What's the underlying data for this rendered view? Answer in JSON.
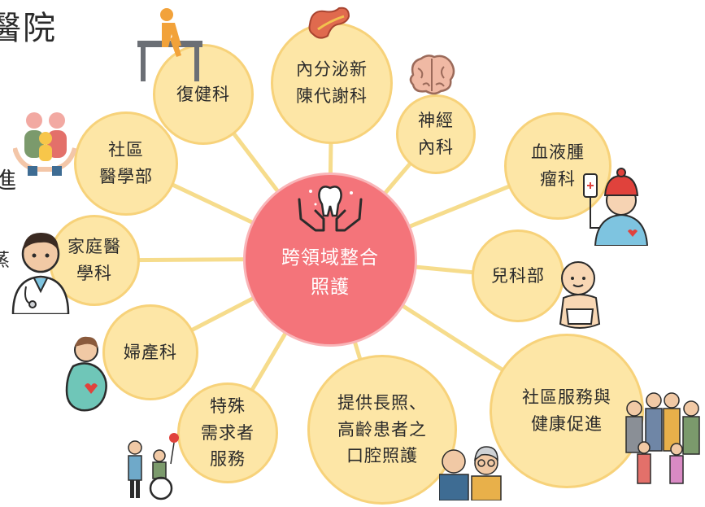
{
  "partial_text": {
    "title": "醫院",
    "edge_1": "進",
    "edge_2": "蒸"
  },
  "center": {
    "lines": [
      "跨領域整合",
      "照護"
    ]
  },
  "departments": [
    {
      "key": "rehab",
      "lines": [
        "復健科"
      ]
    },
    {
      "key": "endocrine",
      "lines": [
        "內分泌新",
        "陳代謝科"
      ]
    },
    {
      "key": "neurology",
      "lines": [
        "神經",
        "內科"
      ]
    },
    {
      "key": "hematology",
      "lines": [
        "血液腫",
        "瘤科"
      ]
    },
    {
      "key": "pediatrics",
      "lines": [
        "兒科部"
      ]
    },
    {
      "key": "community_health",
      "lines": [
        "社區服務與",
        "健康促進"
      ]
    },
    {
      "key": "long_term_care",
      "lines": [
        "提供長照、",
        "高齡患者之",
        "口腔照護"
      ]
    },
    {
      "key": "special_needs",
      "lines": [
        "特殊",
        "需求者",
        "服務"
      ]
    },
    {
      "key": "obgyn",
      "lines": [
        "婦產科"
      ]
    },
    {
      "key": "family_medicine",
      "lines": [
        "家庭醫",
        "學科"
      ]
    },
    {
      "key": "community_medicine",
      "lines": [
        "社區",
        "醫學部"
      ]
    }
  ],
  "colors": {
    "node_fill": "#fde6a6",
    "node_border": "#f7d27a",
    "center_fill": "#f4747a",
    "connector": "#f6dc8c"
  },
  "icons": [
    "rehab-person-icon",
    "pancreas-organ-icon",
    "brain-icon",
    "patient-iv-icon",
    "baby-icon",
    "family-group-icon",
    "elderly-couple-icon",
    "wheelchair-family-icon",
    "pregnant-woman-icon",
    "doctor-icon",
    "caring-hands-family-icon",
    "tooth-in-hands-icon"
  ]
}
